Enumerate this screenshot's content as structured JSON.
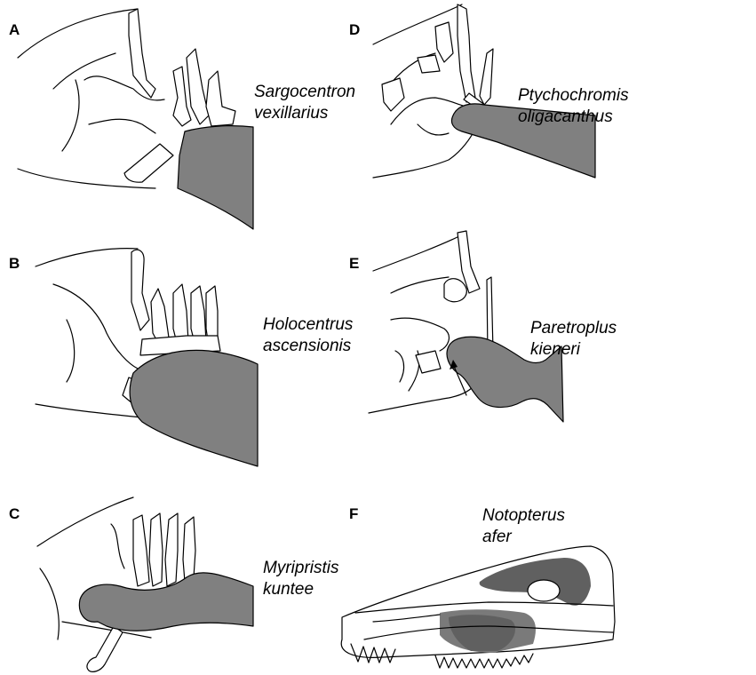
{
  "panels": [
    {
      "letter": "A",
      "species_lines": [
        "Sargocentron",
        "vexillarius"
      ]
    },
    {
      "letter": "B",
      "species_lines": [
        "Holocentrus",
        "ascensionis"
      ]
    },
    {
      "letter": "C",
      "species_lines": [
        "Myripristis",
        "kuntee"
      ]
    },
    {
      "letter": "D",
      "species_lines": [
        "Ptychochromis oligacanthus"
      ]
    },
    {
      "letter": "E",
      "species_lines": [
        "Paretroplus kieneri"
      ]
    },
    {
      "letter": "F",
      "species_lines": [
        "Notopterus afer"
      ]
    }
  ],
  "colors": {
    "shaded_structure": "#808080",
    "dark_shading": "#606060",
    "outline": "#000000"
  }
}
